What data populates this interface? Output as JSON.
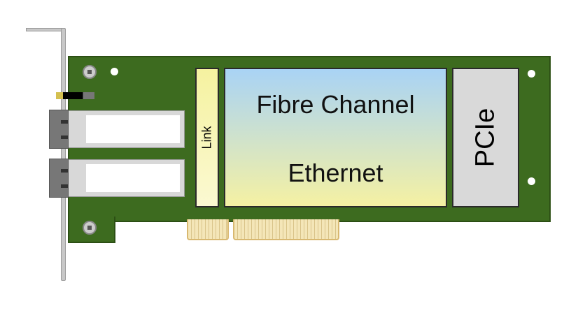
{
  "diagram": {
    "link_label": "Link",
    "chip_label_top": "Fibre Channel",
    "chip_label_bottom": "Ethernet",
    "bus_label": "PCIe"
  },
  "colors": {
    "board": "#3d6b1f",
    "chip_top": "#a9d3f5",
    "chip_bottom": "#f5f1a3",
    "pcie": "#d9d9d9"
  }
}
